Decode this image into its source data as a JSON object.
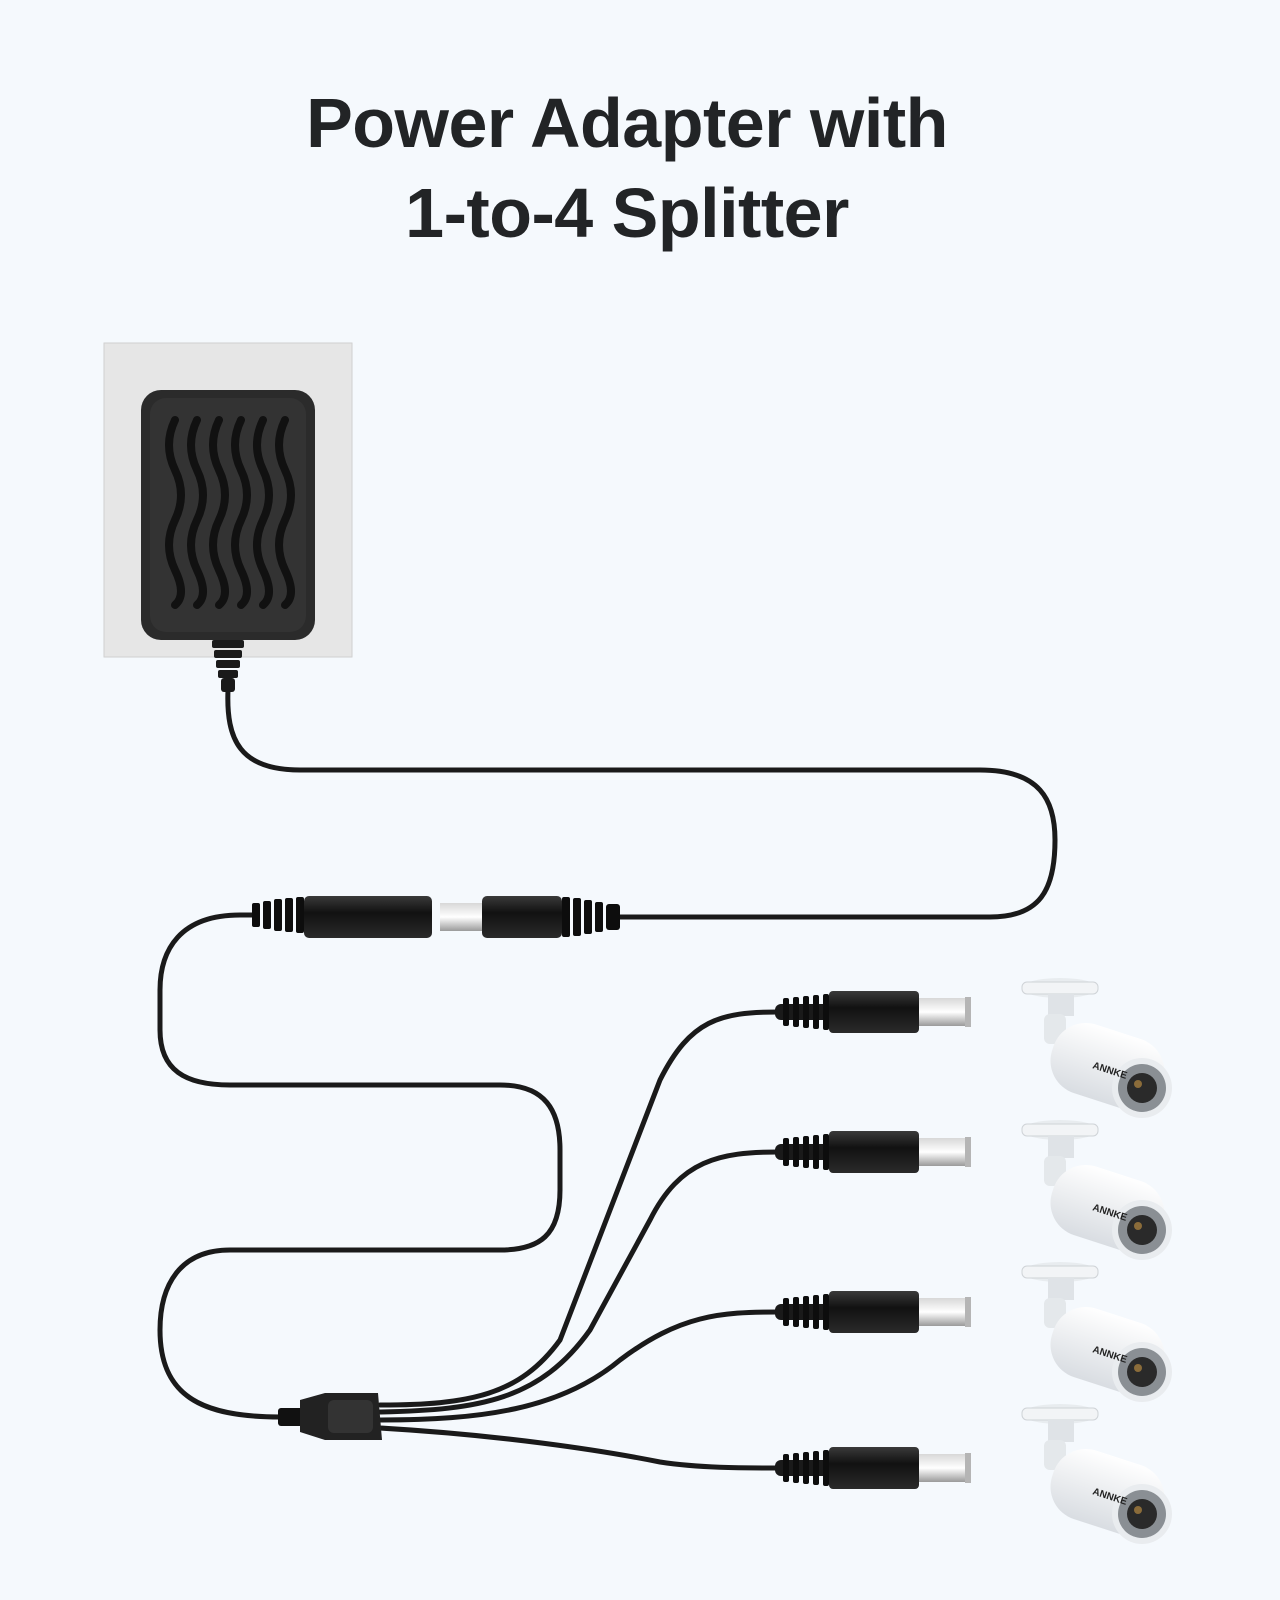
{
  "title": {
    "line1": "Power Adapter with",
    "line2": "1-to-4 Splitter"
  },
  "diagram": {
    "components": [
      "wall-outlet",
      "power-adapter",
      "dc-extension-connector",
      "1-to-4-splitter",
      "dc-male-plug",
      "security-camera"
    ],
    "camera_brand": "ANNKE",
    "camera_count": 4,
    "colors": {
      "background": "#f5f9fd",
      "cable": "#1a1a1a",
      "adapter": "#2b2b2b",
      "wall_plate": "#e6e6e6",
      "title": "#222426"
    }
  }
}
